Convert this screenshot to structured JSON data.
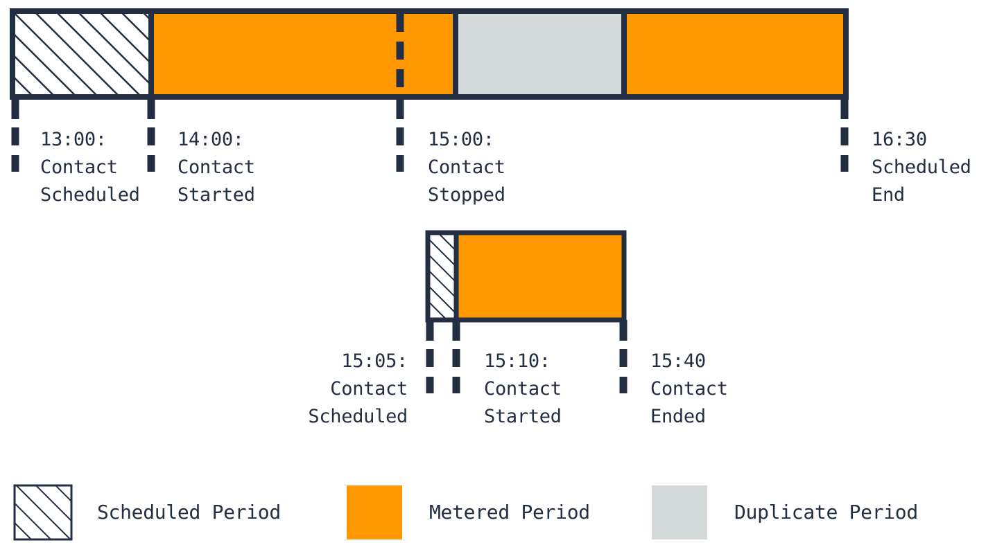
{
  "colors": {
    "ink": "#232E42",
    "metered": "#FF9800",
    "duplicate": "#D4D9DA",
    "scheduled_fill": "#FFFFFF",
    "background": "#FFFFFF"
  },
  "chart_data": {
    "type": "timeline",
    "title": "",
    "xlabel": "",
    "ylabel": "",
    "grid": false,
    "legend_position": "bottom",
    "timelines": [
      {
        "name": "primary-contact-timeline",
        "segments": [
          {
            "label": "Scheduled Period",
            "kind": "scheduled",
            "start": "13:00",
            "end": "14:00"
          },
          {
            "label": "Metered Period",
            "kind": "metered",
            "start": "14:00",
            "end": "15:00"
          },
          {
            "label": "Metered Period",
            "kind": "metered",
            "start": "15:00",
            "end": "15:05"
          },
          {
            "label": "Duplicate Period",
            "kind": "duplicate",
            "start": "15:05",
            "end": "15:40"
          },
          {
            "label": "Metered Period",
            "kind": "metered",
            "start": "15:40",
            "end": "16:30"
          }
        ],
        "markers": [
          {
            "time": "13:00:",
            "line1": "Contact",
            "line2": "Scheduled",
            "align": "left"
          },
          {
            "time": "14:00:",
            "line1": "Contact",
            "line2": "Started",
            "align": "left"
          },
          {
            "time": "15:00:",
            "line1": "Contact",
            "line2": "Stopped",
            "align": "left"
          },
          {
            "time": "16:30",
            "line1": "Scheduled",
            "line2": "End",
            "align": "left"
          }
        ]
      },
      {
        "name": "secondary-contact-timeline",
        "segments": [
          {
            "label": "Scheduled Period",
            "kind": "scheduled",
            "start": "15:05",
            "end": "15:10"
          },
          {
            "label": "Metered Period",
            "kind": "metered",
            "start": "15:10",
            "end": "15:40"
          }
        ],
        "markers": [
          {
            "time": "15:05:",
            "line1": "Contact",
            "line2": "Scheduled",
            "align": "right"
          },
          {
            "time": "15:10:",
            "line1": "Contact",
            "line2": "Started",
            "align": "left"
          },
          {
            "time": "15:40",
            "line1": "Contact",
            "line2": "Ended",
            "align": "left"
          }
        ]
      }
    ],
    "legend": [
      {
        "label": "Scheduled Period",
        "kind": "scheduled"
      },
      {
        "label": "Metered Period",
        "kind": "metered"
      },
      {
        "label": "Duplicate Period",
        "kind": "duplicate"
      }
    ]
  },
  "timeline_top": {
    "markers": {
      "m0": {
        "time": "13:00:",
        "line1": "Contact",
        "line2": "Scheduled"
      },
      "m1": {
        "time": "14:00:",
        "line1": "Contact",
        "line2": "Started"
      },
      "m2": {
        "time": "15:00:",
        "line1": "Contact",
        "line2": "Stopped"
      },
      "m3": {
        "time": "16:30",
        "line1": "Scheduled",
        "line2": "End"
      }
    }
  },
  "timeline_bottom": {
    "markers": {
      "m0": {
        "time": "15:05:",
        "line1": "Contact",
        "line2": "Scheduled"
      },
      "m1": {
        "time": "15:10:",
        "line1": "Contact",
        "line2": "Started"
      },
      "m2": {
        "time": "15:40",
        "line1": "Contact",
        "line2": "Ended"
      }
    }
  },
  "legend": {
    "scheduled_label": "Scheduled Period",
    "metered_label": "Metered Period",
    "duplicate_label": "Duplicate Period"
  }
}
